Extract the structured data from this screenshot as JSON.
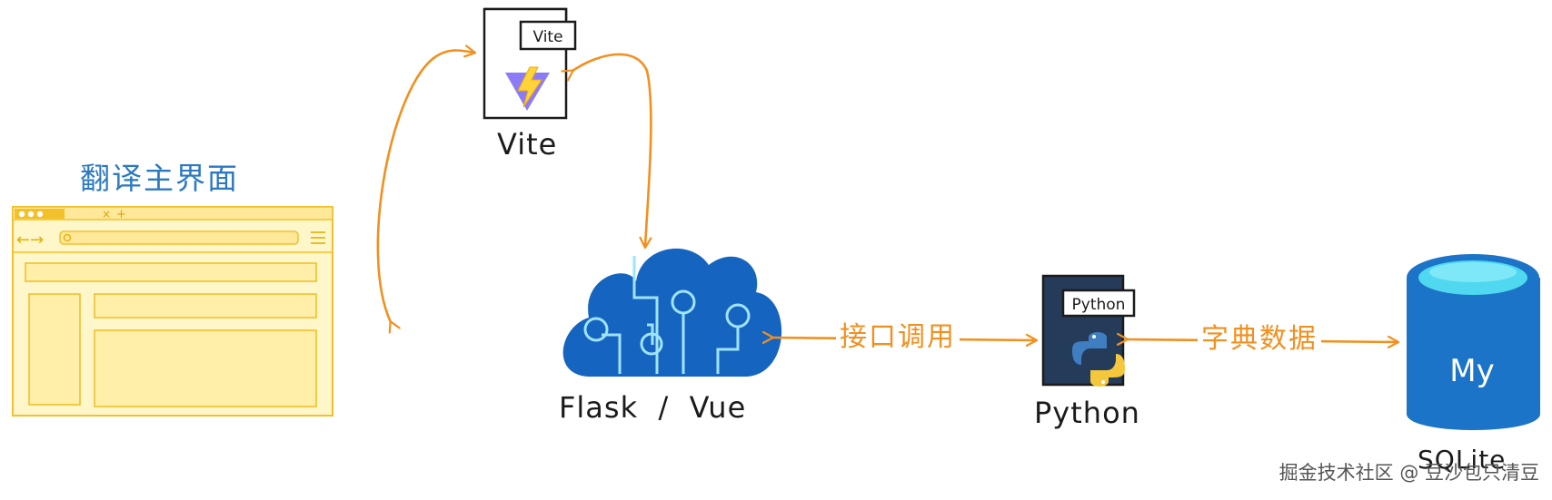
{
  "nodes": {
    "translate_ui": {
      "title": "翻译主界面"
    },
    "vite": {
      "badge": "Vite",
      "label": "Vite"
    },
    "flask_vue": {
      "label": "Flask  /  Vue"
    },
    "python": {
      "badge": "Python",
      "label": "Python"
    },
    "mysql": {
      "badge": "My",
      "label": "SQLite"
    }
  },
  "edges": {
    "api_call": {
      "label": "接口调用"
    },
    "dict_data": {
      "label": "字典数据"
    }
  },
  "watermark": "掘金技术社区 @ 豆沙包只清豆",
  "colors": {
    "arrow": "#f1901f",
    "cloud": "#1565c0",
    "cloud_circuit": "#9fe3ff",
    "browser_fill": "#fff3b8",
    "browser_stroke": "#f2c02a",
    "db_body": "#1b74c7",
    "db_top": "#4fd8f0",
    "title_blue": "#2b79c2"
  }
}
